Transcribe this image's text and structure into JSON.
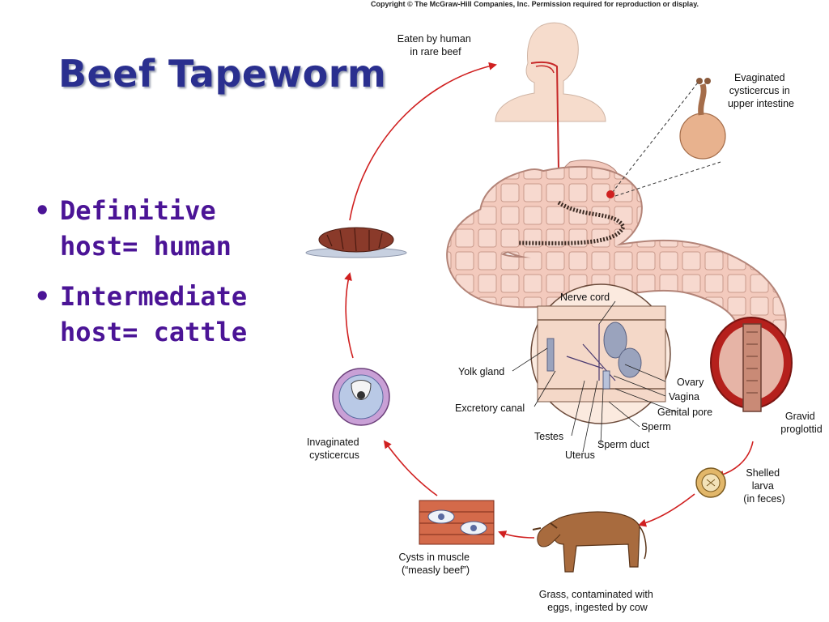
{
  "copyright": "Copyright © The McGraw-Hill Companies, Inc. Permission required for reproduction or display.",
  "title": "Beef Tapeworm",
  "bullets": [
    {
      "line1": "Definitive",
      "line2": "host= human"
    },
    {
      "line1": "Intermediate",
      "line2": "host= cattle"
    }
  ],
  "labels": {
    "eaten_by_human": [
      "Eaten by human",
      "in rare beef"
    ],
    "evaginated": [
      "Evaginated",
      "cysticercus in",
      "upper intestine"
    ],
    "nerve_cord": "Nerve cord",
    "yolk_gland": "Yolk gland",
    "ovary": "Ovary",
    "vagina": "Vagina",
    "genital_pore": "Genital pore",
    "excretory_canal": "Excretory canal",
    "sperm": "Sperm",
    "testes": "Testes",
    "sperm_duct": "Sperm duct",
    "uterus": "Uterus",
    "gravid_proglottid": [
      "Gravid",
      "proglottid"
    ],
    "invaginated": [
      "Invaginated",
      "cysticercus"
    ],
    "shelled_larva": [
      "Shelled",
      "larva",
      "(in feces)"
    ],
    "cysts_in_muscle": [
      "Cysts in muscle",
      "(“measly beef”)"
    ],
    "grass": [
      "Grass, contaminated with",
      "eggs, ingested by cow"
    ]
  },
  "colors": {
    "title": "#2a2f8f",
    "bullet_text": "#4b1496",
    "arrow": "#d02020",
    "intestine": "#f2c9bd"
  }
}
